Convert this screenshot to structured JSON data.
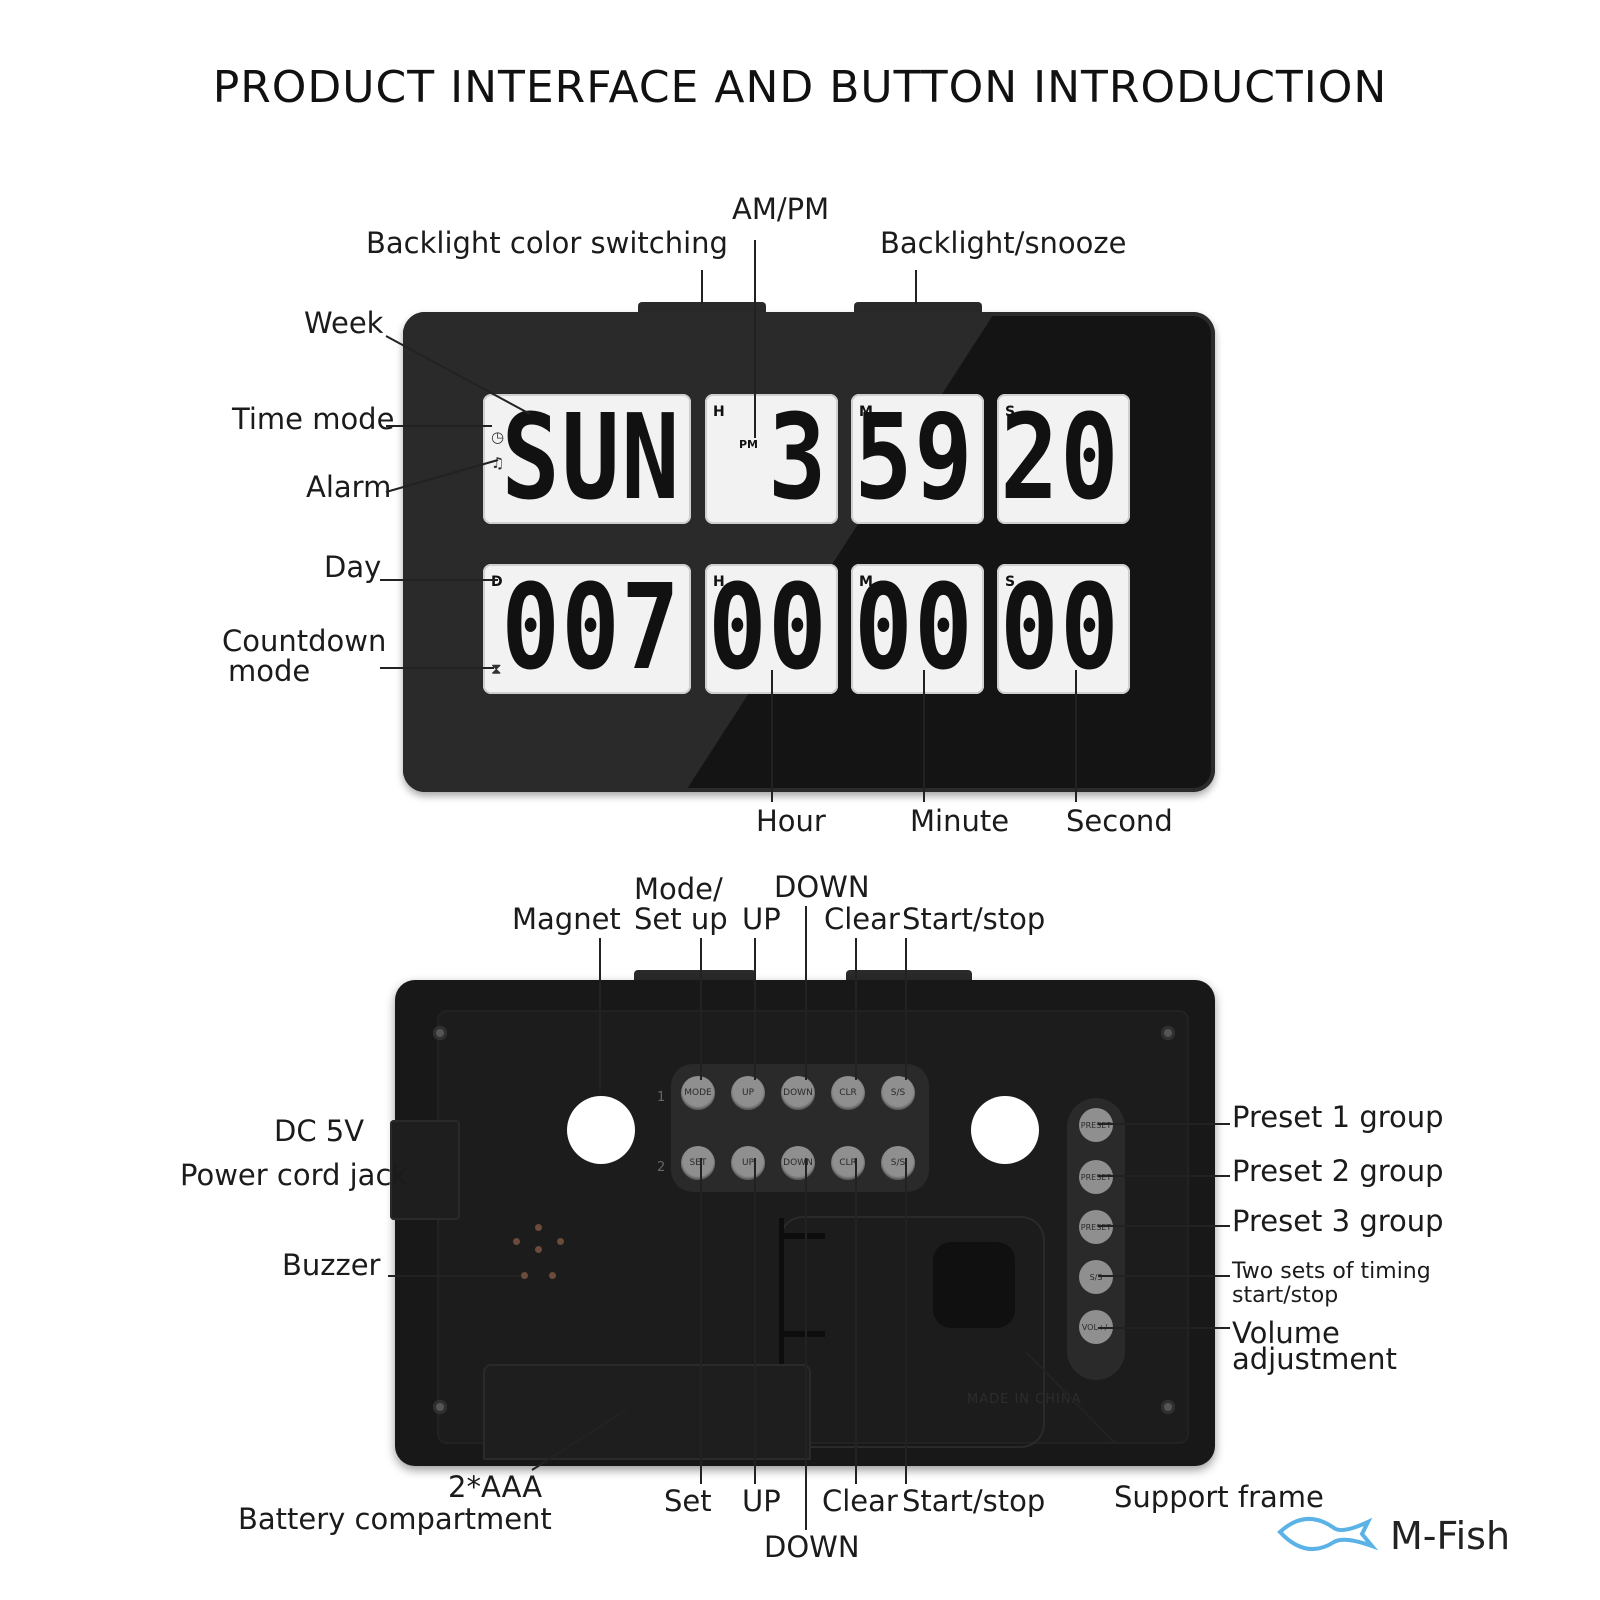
{
  "title": "PRODUCT INTERFACE AND BUTTON INTRODUCTION",
  "front": {
    "display": {
      "week": "SUN",
      "hour": "3",
      "am_pm": "PM",
      "minute": "59",
      "second": "20",
      "countdown_day": "007",
      "countdown_hour": "00",
      "countdown_minute": "00",
      "countdown_second": "00",
      "tag_h": "H",
      "tag_m": "M",
      "tag_s": "S",
      "tag_d": "D"
    },
    "labels": {
      "backlight_color": "Backlight color switching",
      "am_pm": "AM/PM",
      "backlight_snooze": "Backlight/snooze",
      "week": "Week",
      "time_mode": "Time mode",
      "alarm": "Alarm",
      "day": "Day",
      "countdown_line1": "Countdown",
      "countdown_line2": "mode",
      "hour": "Hour",
      "minute": "Minute",
      "second": "Second"
    }
  },
  "back": {
    "buttons_row1": [
      "MODE",
      "UP",
      "DOWN",
      "CLR",
      "S/S"
    ],
    "buttons_row2": [
      "SET",
      "UP",
      "DOWN",
      "CLR",
      "S/S"
    ],
    "row_numbers": [
      "1",
      "2"
    ],
    "side_buttons": [
      "PRESET",
      "PRESET",
      "PRESET",
      "S/S",
      "VOL+/-"
    ],
    "stamp": "MADE IN CHINA",
    "labels": {
      "magnet": "Magnet",
      "mode_line1": "Mode/",
      "mode_line2": "Set up",
      "up_top": "UP",
      "down_top": "DOWN",
      "clear_top": "Clear",
      "start_stop_top": "Start/stop",
      "dc_line1": "DC 5V",
      "dc_line2": "Power cord jack",
      "buzzer": "Buzzer",
      "preset1": "Preset 1 group",
      "preset2": "Preset 2 group",
      "preset3": "Preset 3 group",
      "two_sets_line1": "Two sets of timing",
      "two_sets_line2": "start/stop",
      "volume_line1": "Volume",
      "volume_line2": "adjustment",
      "battery_line1": "2*AAA",
      "battery_line2": "Battery compartment",
      "set_bottom": "Set",
      "up_bottom": "UP",
      "down_bottom": "DOWN",
      "clear_bottom": "Clear",
      "start_stop_bottom": "Start/stop",
      "support_frame": "Support frame"
    }
  },
  "brand": "M-Fish"
}
